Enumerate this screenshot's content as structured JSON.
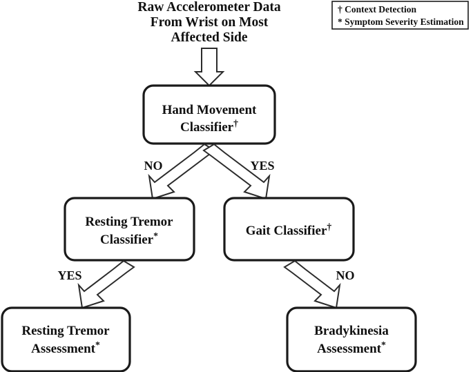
{
  "diagram": {
    "title": {
      "lines": [
        "Raw Accelerometer Data",
        "From Wrist on Most",
        "Affected Side"
      ]
    },
    "legend": {
      "items": [
        {
          "symbol": "†",
          "label": "Context Detection",
          "full": "† Context Detection"
        },
        {
          "symbol": "*",
          "label": "Symptom Severity Estimation",
          "full": "* Symptom Severity Estimation"
        }
      ]
    },
    "nodes": [
      {
        "id": "hand-movement-classifier",
        "lines": [
          "Hand Movement",
          "Classifier"
        ],
        "marker": "†",
        "line1": "Hand Movement",
        "line2": "Classifier",
        "type": "classifier"
      },
      {
        "id": "resting-tremor-classifier",
        "lines": [
          "Resting Tremor",
          "Classifier"
        ],
        "marker": "*",
        "line1": "Resting Tremor",
        "line2": "Classifier",
        "type": "classifier"
      },
      {
        "id": "gait-classifier",
        "lines": [
          "Gait Classifier"
        ],
        "marker": "†",
        "line1": "Gait Classifier",
        "line2": "",
        "type": "classifier"
      },
      {
        "id": "resting-tremor-assessment",
        "lines": [
          "Resting Tremor",
          "Assessment"
        ],
        "marker": "*",
        "line1": "Resting Tremor",
        "line2": "Assessment",
        "type": "assessment"
      },
      {
        "id": "bradykinesia-assessment",
        "lines": [
          "Bradykinesia",
          "Assessment"
        ],
        "marker": "*",
        "line1": "Bradykinesia",
        "line2": "Assessment",
        "type": "assessment"
      }
    ],
    "edges": [
      {
        "id": "input-to-hand-movement",
        "from": "raw-data",
        "to": "hand-movement-classifier",
        "label": ""
      },
      {
        "id": "hand-movement-no",
        "from": "hand-movement-classifier",
        "to": "resting-tremor-classifier",
        "label": "NO"
      },
      {
        "id": "hand-movement-yes",
        "from": "hand-movement-classifier",
        "to": "gait-classifier",
        "label": "YES"
      },
      {
        "id": "resting-tremor-yes",
        "from": "resting-tremor-classifier",
        "to": "resting-tremor-assessment",
        "label": "YES"
      },
      {
        "id": "gait-no",
        "from": "gait-classifier",
        "to": "bradykinesia-assessment",
        "label": "NO"
      }
    ],
    "colors": {
      "background": "#ffffff",
      "node_stroke": "#1a1a1a",
      "arrow_stroke": "#2b2b2b",
      "text": "#101010"
    }
  }
}
